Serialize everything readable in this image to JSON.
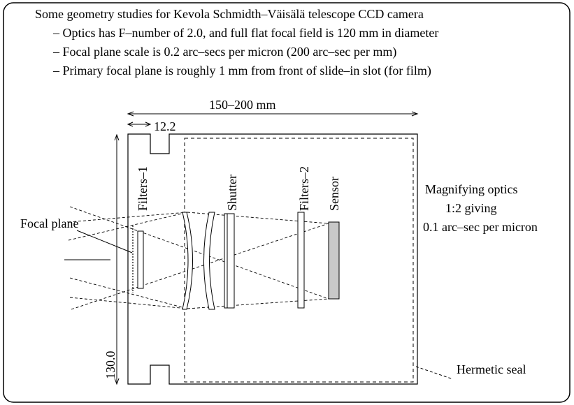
{
  "header": {
    "title": "Some geometry studies for Kevola Schmidth–Väisälä telescope CCD camera",
    "bullets": [
      "– Optics has F–number of 2.0, and full flat focal field is 120 mm in diameter",
      "– Focal plane scale is 0.2 arc–secs per micron (200 arc–sec per mm)",
      "– Primary focal plane is roughly 1 mm from front of slide–in slot (for film)"
    ]
  },
  "dimensions": {
    "length": "150–200 mm",
    "slot_offset": "12.2",
    "height": "130.0"
  },
  "labels": {
    "focal_plane": "Focal plane",
    "filters_1": "Filters–1",
    "shutter": "Shutter",
    "filters_2": "Filters–2",
    "sensor": "Sensor",
    "magnify_line1": "Magnifying optics",
    "magnify_line2": "1:2 giving",
    "magnify_line3": "0.1 arc–sec per micron",
    "hermetic_seal": "Hermetic seal"
  },
  "colors": {
    "ink": "#000000",
    "sensor_fill": "#c8c8c8",
    "background": "#ffffff"
  }
}
